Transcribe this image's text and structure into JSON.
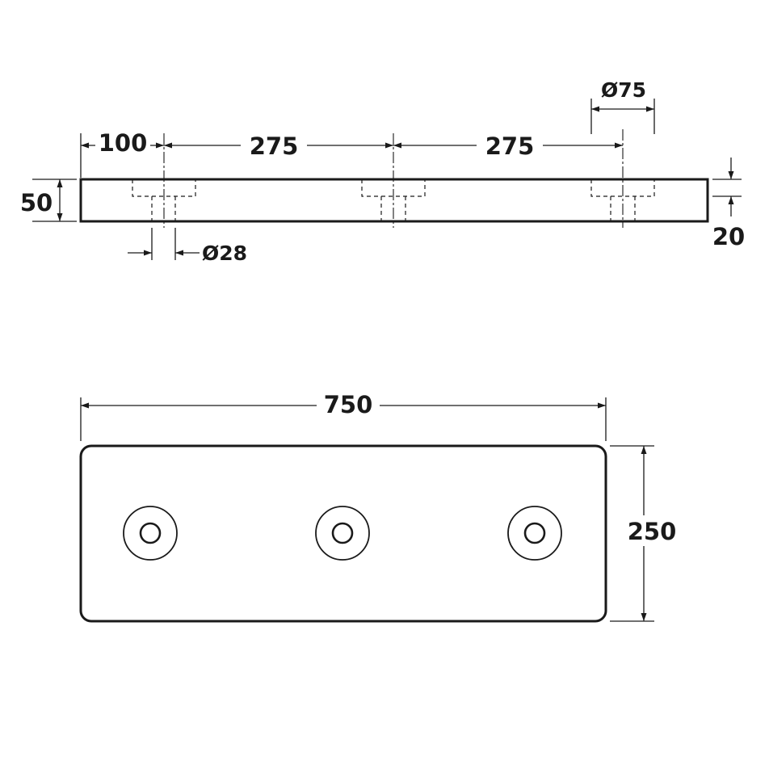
{
  "side_view": {
    "dims": {
      "edge_offset": "100",
      "spacing_1": "275",
      "spacing_2": "275",
      "counterbore_dia": "Ø75",
      "hole_dia": "Ø28",
      "thickness": "50",
      "counterbore_depth": "20"
    }
  },
  "top_view": {
    "dims": {
      "length": "750",
      "width": "250"
    },
    "holes": [
      {
        "name": "hole-left"
      },
      {
        "name": "hole-center"
      },
      {
        "name": "hole-right"
      }
    ]
  },
  "colors": {
    "line": "#1a1a1a",
    "background": "#ffffff"
  }
}
